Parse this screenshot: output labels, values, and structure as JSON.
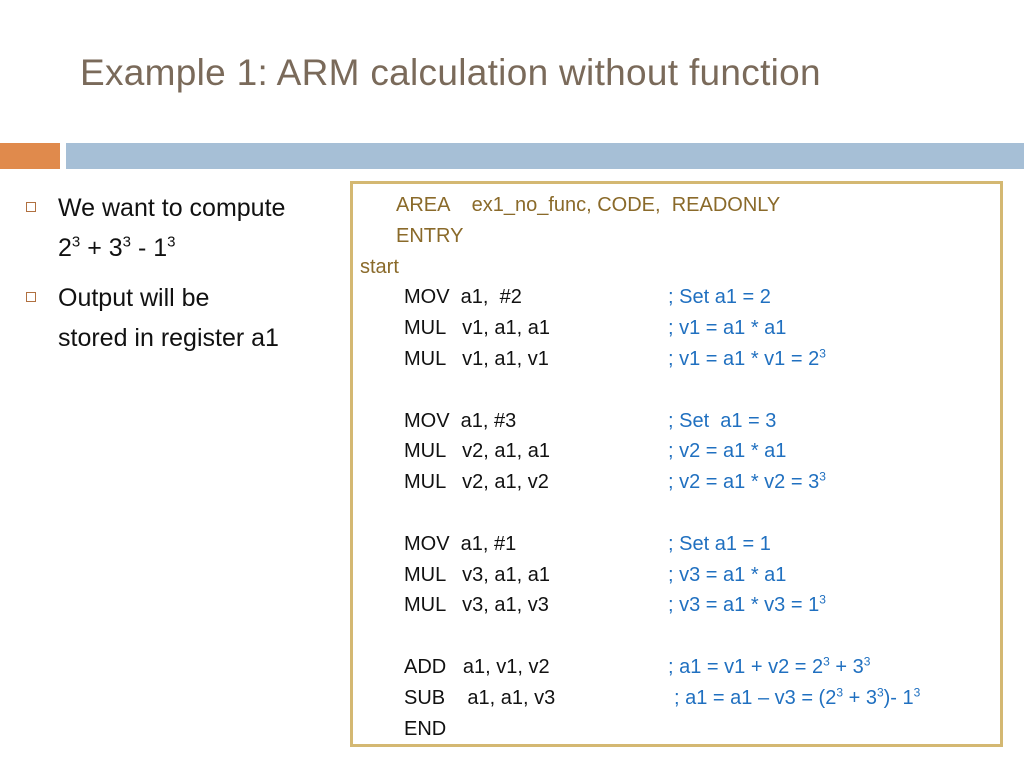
{
  "slide": {
    "title": "Example 1: ARM calculation without function"
  },
  "bullets": [
    {
      "text": "We want to compute",
      "expr": {
        "b1": "2",
        "e1": "3",
        "op1": " + ",
        "b2": "3",
        "e2": "3",
        "op2": " - ",
        "b3": "1",
        "e3": "3"
      }
    },
    {
      "text_line1": "Output will be",
      "text_line2": "stored in register a1"
    }
  ],
  "code": {
    "area": "AREA    ex1_no_func, CODE,  READONLY",
    "entry": "ENTRY",
    "start": "start",
    "lines": [
      {
        "instr": "MOV  a1,  #2",
        "comment": "; Set a1 = 2"
      },
      {
        "instr": "MUL   v1, a1, a1",
        "comment": "; v1 = a1 * a1"
      },
      {
        "instr": "MUL   v1, a1, v1",
        "comment_pre": "; v1 = a1 * v1 = 2",
        "comment_sup": "3"
      },
      {
        "instr": "",
        "comment": ""
      },
      {
        "instr": "MOV  a1, #3",
        "comment": "; Set  a1 = 3"
      },
      {
        "instr": "MUL   v2, a1, a1",
        "comment": "; v2 = a1 * a1"
      },
      {
        "instr": "MUL   v2, a1, v2",
        "comment_pre": "; v2 = a1 * v2 = 3",
        "comment_sup": "3"
      },
      {
        "instr": "",
        "comment": ""
      },
      {
        "instr": "MOV  a1, #1",
        "comment": "; Set a1 = 1"
      },
      {
        "instr": "MUL   v3, a1, a1",
        "comment": "; v3 = a1 * a1"
      },
      {
        "instr": "MUL   v3, a1, v3",
        "comment_pre": "; v3 = a1 * v3 = 1",
        "comment_sup": "3"
      },
      {
        "instr": "",
        "comment": ""
      },
      {
        "instr": "ADD   a1, v1, v2",
        "comment_pre": "; a1 = v1 + v2 = 2",
        "comment_sup": "3",
        "comment_mid": " + 3",
        "comment_sup2": "3"
      },
      {
        "instr": "SUB    a1, a1, v3",
        "comment_pre": "; a1 = a1 – v3 = (2",
        "comment_sup": "3",
        "comment_mid": " + 3",
        "comment_sup2": "3",
        "comment_mid2": ")- 1",
        "comment_sup3": "3"
      },
      {
        "instr": "END",
        "comment": ""
      }
    ]
  },
  "colors": {
    "title": "#7a6a5a",
    "bar_orange": "#e08a4c",
    "bar_blue": "#a6bfd6",
    "code_border": "#d4b872",
    "comment": "#2070c0"
  }
}
